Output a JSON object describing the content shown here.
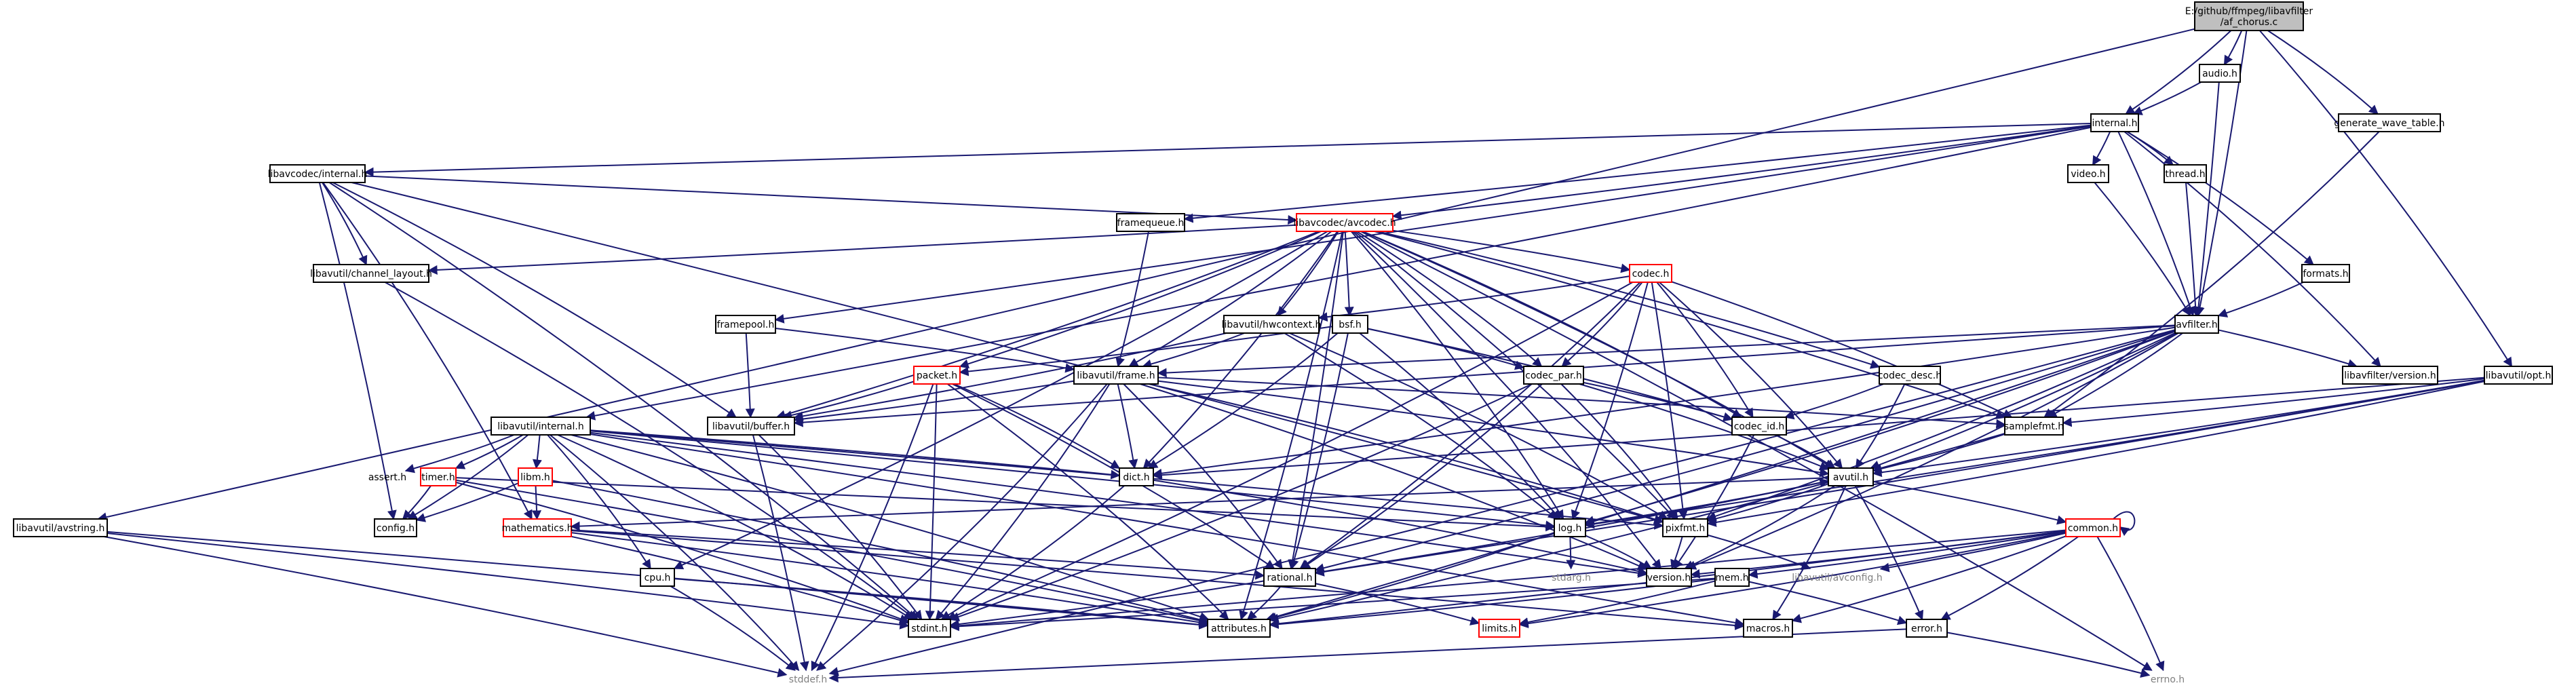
{
  "diagram": {
    "root": {
      "line1": "E:/github/ffmpeg/libavfilter",
      "line2": "/af_chorus.c"
    },
    "nodes": [
      {
        "id": "audio_h",
        "label": "audio.h",
        "style": "normal"
      },
      {
        "id": "internal_h",
        "label": "internal.h",
        "style": "normal"
      },
      {
        "id": "generate_wave_table_h",
        "label": "generate_wave_table.h",
        "style": "normal"
      },
      {
        "id": "libavcodec_internal_h",
        "label": "libavcodec/internal.h",
        "style": "normal"
      },
      {
        "id": "video_h",
        "label": "video.h",
        "style": "normal"
      },
      {
        "id": "thread_h",
        "label": "thread.h",
        "style": "normal"
      },
      {
        "id": "framequeue_h",
        "label": "framequeue.h",
        "style": "normal"
      },
      {
        "id": "libavcodec_avcodec_h",
        "label": "libavcodec/avcodec.h",
        "style": "missing"
      },
      {
        "id": "formats_h",
        "label": "formats.h",
        "style": "normal"
      },
      {
        "id": "libavutil_channel_layout_h",
        "label": "libavutil/channel_layout.h",
        "style": "normal"
      },
      {
        "id": "codec_h",
        "label": "codec.h",
        "style": "missing"
      },
      {
        "id": "libavutil_hwcontext_h",
        "label": "libavutil/hwcontext.h",
        "style": "normal"
      },
      {
        "id": "bsf_h",
        "label": "bsf.h",
        "style": "normal"
      },
      {
        "id": "avfilter_h",
        "label": "avfilter.h",
        "style": "normal"
      },
      {
        "id": "framepool_h",
        "label": "framepool.h",
        "style": "normal"
      },
      {
        "id": "packet_h",
        "label": "packet.h",
        "style": "missing"
      },
      {
        "id": "libavutil_frame_h",
        "label": "libavutil/frame.h",
        "style": "normal"
      },
      {
        "id": "codec_par_h",
        "label": "codec_par.h",
        "style": "normal"
      },
      {
        "id": "codec_desc_h",
        "label": "codec_desc.h",
        "style": "normal"
      },
      {
        "id": "libavfilter_version_h",
        "label": "libavfilter/version.h",
        "style": "normal"
      },
      {
        "id": "libavutil_opt_h",
        "label": "libavutil/opt.h",
        "style": "normal"
      },
      {
        "id": "libavutil_buffer_h",
        "label": "libavutil/buffer.h",
        "style": "normal"
      },
      {
        "id": "libavutil_internal_h",
        "label": "libavutil/internal.h",
        "style": "normal"
      },
      {
        "id": "samplefmt_h",
        "label": "samplefmt.h",
        "style": "normal"
      },
      {
        "id": "codec_id_h",
        "label": "codec_id.h",
        "style": "normal"
      },
      {
        "id": "assert_h",
        "label": "assert.h",
        "style": "plain"
      },
      {
        "id": "timer_h",
        "label": "timer.h",
        "style": "missing"
      },
      {
        "id": "libm_h",
        "label": "libm.h",
        "style": "missing"
      },
      {
        "id": "dict_h",
        "label": "dict.h",
        "style": "normal"
      },
      {
        "id": "avutil_h",
        "label": "avutil.h",
        "style": "normal"
      },
      {
        "id": "libavutil_avstring_h",
        "label": "libavutil/avstring.h",
        "style": "normal"
      },
      {
        "id": "config_h",
        "label": "config.h",
        "style": "normal"
      },
      {
        "id": "mathematics_h",
        "label": "mathematics.h",
        "style": "missing"
      },
      {
        "id": "log_h",
        "label": "log.h",
        "style": "normal"
      },
      {
        "id": "pixfmt_h",
        "label": "pixfmt.h",
        "style": "normal"
      },
      {
        "id": "common_h",
        "label": "common.h",
        "style": "missing"
      },
      {
        "id": "cpu_h",
        "label": "cpu.h",
        "style": "normal"
      },
      {
        "id": "rational_h",
        "label": "rational.h",
        "style": "normal"
      },
      {
        "id": "version_h",
        "label": "version.h",
        "style": "normal"
      },
      {
        "id": "mem_h",
        "label": "mem.h",
        "style": "normal"
      },
      {
        "id": "stdarg_h",
        "label": "stdarg.h",
        "style": "plain_dim"
      },
      {
        "id": "libavutil_avconfig_h",
        "label": "libavutil/avconfig.h",
        "style": "plain_dim"
      },
      {
        "id": "stdint_h",
        "label": "stdint.h",
        "style": "normal"
      },
      {
        "id": "attributes_h",
        "label": "attributes.h",
        "style": "normal"
      },
      {
        "id": "limits_h",
        "label": "limits.h",
        "style": "missing"
      },
      {
        "id": "macros_h",
        "label": "macros.h",
        "style": "normal"
      },
      {
        "id": "error_h",
        "label": "error.h",
        "style": "normal"
      },
      {
        "id": "stddef_h",
        "label": "stddef.h",
        "style": "plain_dim"
      },
      {
        "id": "errno_h",
        "label": "errno.h",
        "style": "plain_dim"
      }
    ],
    "colors": {
      "edge": "#191970",
      "missing_border": "#ff0000",
      "root_fill": "#bfbfbf"
    }
  }
}
